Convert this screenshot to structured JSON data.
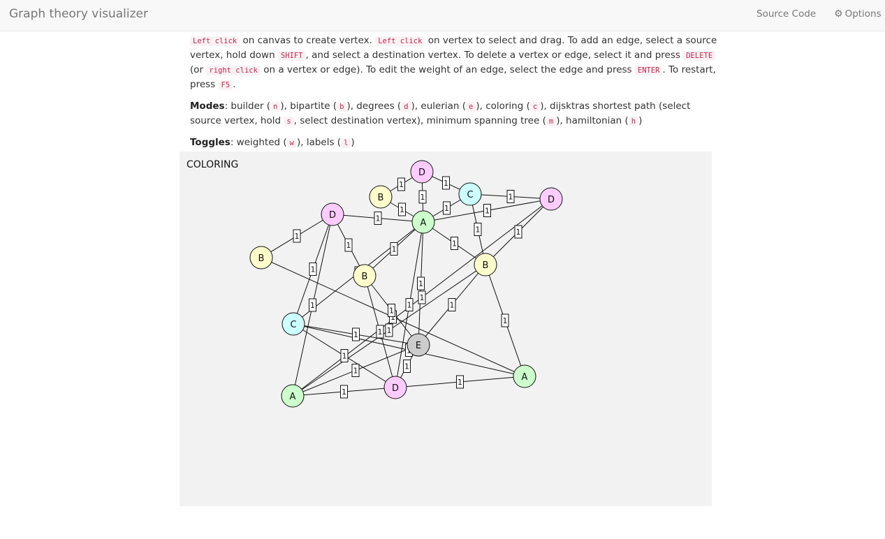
{
  "navbar": {
    "brand": "Graph theory visualizer",
    "source_code": "Source Code",
    "options": "Options"
  },
  "instructions": {
    "p1": [
      {
        "code": "Left click"
      },
      {
        "text": " on canvas to create vertex. "
      },
      {
        "code": "Left click"
      },
      {
        "text": " on vertex to select and drag. To add an edge, select a source vertex, hold down "
      },
      {
        "code": "SHIFT"
      },
      {
        "text": ", and select a destination vertex. To delete a vertex or edge, select it and press "
      },
      {
        "code": "DELETE"
      },
      {
        "text": " (or "
      },
      {
        "code": "right click"
      },
      {
        "text": " on a vertex or edge). To edit the weight of an edge, select the edge and press "
      },
      {
        "code": "ENTER"
      },
      {
        "text": ". To restart, press "
      },
      {
        "code": "F5"
      },
      {
        "text": "."
      }
    ],
    "p2": [
      {
        "bold": "Modes"
      },
      {
        "text": ": builder ("
      },
      {
        "code": "n"
      },
      {
        "text": "), bipartite ("
      },
      {
        "code": "b"
      },
      {
        "text": "), degrees ("
      },
      {
        "code": "d"
      },
      {
        "text": "), eulerian ("
      },
      {
        "code": "e"
      },
      {
        "text": "), coloring ("
      },
      {
        "code": "c"
      },
      {
        "text": "), dijsktras shortest path (select source vertex, hold "
      },
      {
        "code": "s"
      },
      {
        "text": ", select destination vertex), minimum spanning tree ("
      },
      {
        "code": "m"
      },
      {
        "text": "), hamiltonian ("
      },
      {
        "code": "h"
      },
      {
        "text": ")"
      }
    ],
    "p3": [
      {
        "bold": "Toggles"
      },
      {
        "text": ": weighted ("
      },
      {
        "code": "w"
      },
      {
        "text": "), labels ("
      },
      {
        "code": "l"
      },
      {
        "text": ")"
      }
    ]
  },
  "canvas": {
    "mode_label": "COLORING",
    "colors": {
      "A": "#ccffcc",
      "B": "#ffffcc",
      "C": "#ccffff",
      "D": "#ffccff",
      "E": "#cccccc"
    },
    "vertices": [
      {
        "id": 0,
        "label": "D"
      },
      {
        "id": 1,
        "label": "B"
      },
      {
        "id": 2,
        "label": "C"
      },
      {
        "id": 3,
        "label": "D"
      },
      {
        "id": 4,
        "label": "D"
      },
      {
        "id": 5,
        "label": "A"
      },
      {
        "id": 6,
        "label": "B"
      },
      {
        "id": 7,
        "label": "B"
      },
      {
        "id": 8,
        "label": "B"
      },
      {
        "id": 9,
        "label": "C"
      },
      {
        "id": 10,
        "label": "E"
      },
      {
        "id": 11,
        "label": "A"
      },
      {
        "id": 12,
        "label": "D"
      },
      {
        "id": 13,
        "label": "A"
      }
    ],
    "edges": [
      {
        "from": 1,
        "to": 0,
        "weight": "1"
      },
      {
        "from": 0,
        "to": 5,
        "weight": "1"
      },
      {
        "from": 0,
        "to": 2,
        "weight": "1"
      },
      {
        "from": 1,
        "to": 5,
        "weight": "1"
      },
      {
        "from": 2,
        "to": 3,
        "weight": "1"
      },
      {
        "from": 2,
        "to": 5,
        "weight": "1"
      },
      {
        "from": 2,
        "to": 8,
        "weight": "1"
      },
      {
        "from": 4,
        "to": 5,
        "weight": "1"
      },
      {
        "from": 5,
        "to": 3,
        "weight": "1"
      },
      {
        "from": 4,
        "to": 6,
        "weight": "1"
      },
      {
        "from": 4,
        "to": 9,
        "weight": "1"
      },
      {
        "from": 4,
        "to": 7,
        "weight": "1"
      },
      {
        "from": 4,
        "to": 13,
        "weight": "1"
      },
      {
        "from": 5,
        "to": 8,
        "weight": "1"
      },
      {
        "from": 5,
        "to": 7,
        "weight": "1"
      },
      {
        "from": 5,
        "to": 9,
        "weight": "1"
      },
      {
        "from": 5,
        "to": 10,
        "weight": "1"
      },
      {
        "from": 5,
        "to": 12,
        "weight": "1"
      },
      {
        "from": 3,
        "to": 8,
        "weight": "1"
      },
      {
        "from": 3,
        "to": 13,
        "weight": "1"
      },
      {
        "from": 6,
        "to": 11,
        "weight": "1"
      },
      {
        "from": 7,
        "to": 10,
        "weight": "1"
      },
      {
        "from": 7,
        "to": 12,
        "weight": "1"
      },
      {
        "from": 8,
        "to": 10,
        "weight": "1"
      },
      {
        "from": 8,
        "to": 11,
        "weight": "1"
      },
      {
        "from": 8,
        "to": 13,
        "weight": "1"
      },
      {
        "from": 9,
        "to": 10,
        "weight": "1"
      },
      {
        "from": 9,
        "to": 11,
        "weight": "1"
      },
      {
        "from": 9,
        "to": 12,
        "weight": "1"
      },
      {
        "from": 10,
        "to": 12,
        "weight": "1"
      },
      {
        "from": 10,
        "to": 13,
        "weight": "1"
      },
      {
        "from": 11,
        "to": 12,
        "weight": "1"
      },
      {
        "from": 12,
        "to": 13,
        "weight": "1"
      }
    ]
  }
}
